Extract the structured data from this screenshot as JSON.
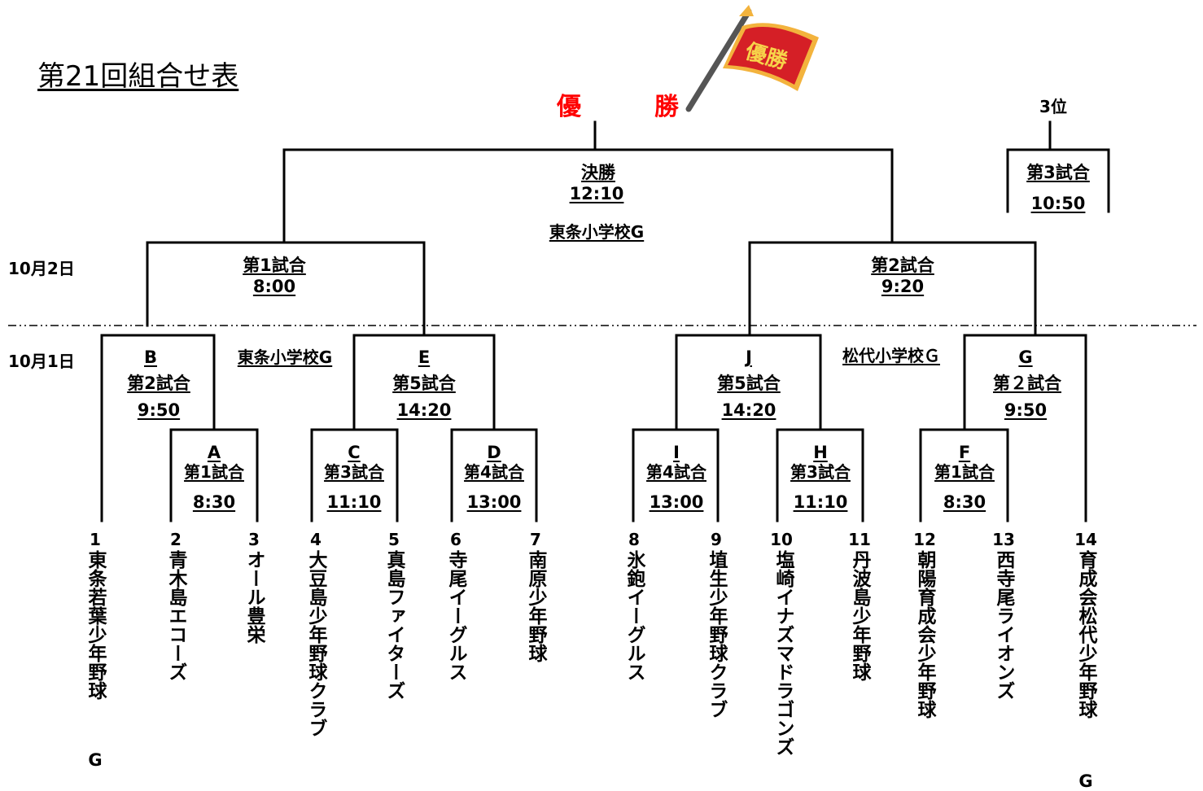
{
  "title": "第21回組合せ表",
  "champion_label": "優　勝",
  "flag_text": "優勝",
  "third_place_label": "3位",
  "dates": {
    "day2": "10月2日",
    "day1": "10月1日"
  },
  "final": {
    "name": "決勝",
    "time": "12:10",
    "venue": "東条小学校G"
  },
  "third_match": {
    "name": "第3試合",
    "time": "10:50"
  },
  "semis": {
    "left": {
      "name": "第1試合",
      "time": "8:00"
    },
    "right": {
      "name": "第2試合",
      "time": "9:20"
    }
  },
  "venues": {
    "left": "東条小学校G",
    "right": "松代小学校Ｇ"
  },
  "matches": {
    "B": {
      "id": "B",
      "name": "第2試合",
      "time": "9:50"
    },
    "E": {
      "id": "E",
      "name": "第5試合",
      "time": "14:20"
    },
    "J": {
      "id": "J",
      "name": "第5試合",
      "time": "14:20"
    },
    "G": {
      "id": "G",
      "name": "第２試合",
      "time": "9:50"
    },
    "A": {
      "id": "A",
      "name": "第1試合",
      "time": "8:30"
    },
    "C": {
      "id": "C",
      "name": "第3試合",
      "time": "11:10"
    },
    "D": {
      "id": "D",
      "name": "第4試合",
      "time": "13:00"
    },
    "I": {
      "id": "I",
      "name": "第4試合",
      "time": "13:00"
    },
    "H": {
      "id": "H",
      "name": "第3試合",
      "time": "11:10"
    },
    "F": {
      "id": "F",
      "name": "第1試合",
      "time": "8:30"
    }
  },
  "teams": [
    {
      "num": "1",
      "name": "東条若葉少年野球",
      "suffix": "G"
    },
    {
      "num": "2",
      "name": "青木島エコーズ"
    },
    {
      "num": "3",
      "name": "オール豊栄"
    },
    {
      "num": "4",
      "name": "大豆島少年野球クラブ"
    },
    {
      "num": "5",
      "name": "真島ファイターズ"
    },
    {
      "num": "6",
      "name": "寺尾イーグルス"
    },
    {
      "num": "7",
      "name": "南原少年野球"
    },
    {
      "num": "8",
      "name": "氷鉋イーグルス"
    },
    {
      "num": "9",
      "name": "埴生少年野球クラブ"
    },
    {
      "num": "10",
      "name": "塩崎イナズマドラゴンズ"
    },
    {
      "num": "11",
      "name": "丹波島少年野球"
    },
    {
      "num": "12",
      "name": "朝陽育成会少年野球"
    },
    {
      "num": "13",
      "name": "西寺尾ライオンズ"
    },
    {
      "num": "14",
      "name": "育成会松代少年野球",
      "suffix": "G"
    }
  ],
  "colors": {
    "champion": "#ff0000",
    "flag": "#d51f26",
    "fringe": "#f3b33d",
    "pole": "#555555"
  }
}
